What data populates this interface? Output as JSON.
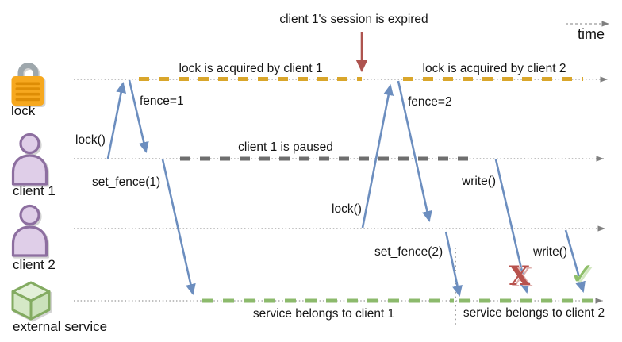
{
  "title": "client 1's session is expired",
  "time_label": "time",
  "lanes": [
    {
      "id": "lock",
      "label": "lock",
      "icon": "padlock-icon"
    },
    {
      "id": "client1",
      "label": "client 1",
      "icon": "person-icon"
    },
    {
      "id": "client2",
      "label": "client 2",
      "icon": "person-icon"
    },
    {
      "id": "service",
      "label": "external service",
      "icon": "cube-icon"
    }
  ],
  "segments": {
    "lock_client1": "lock is acquired by client 1",
    "lock_client2": "lock is acquired by client 2",
    "paused": "client 1 is paused",
    "service_client1": "service belongs to client 1",
    "service_client2": "service belongs to client 2"
  },
  "messages": {
    "lock1": "lock()",
    "fence1": "fence=1",
    "set_fence1": "set_fence(1)",
    "lock2": "lock()",
    "fence2": "fence=2",
    "set_fence2": "set_fence(2)",
    "write1": "write()",
    "write2": "write()"
  },
  "status": {
    "fail_mark": "X",
    "success_mark": "✓"
  },
  "colors": {
    "lock_segment": "#D9A62B",
    "paused_segment": "#6E6E6E",
    "service_segment": "#8CBA6C",
    "message_arrow": "#6C8EBF",
    "expire_arrow": "#AE544F",
    "fail_mark": "#B8524D",
    "success_mark": "#8FBF6A",
    "timeline": "#9B9B9B"
  }
}
